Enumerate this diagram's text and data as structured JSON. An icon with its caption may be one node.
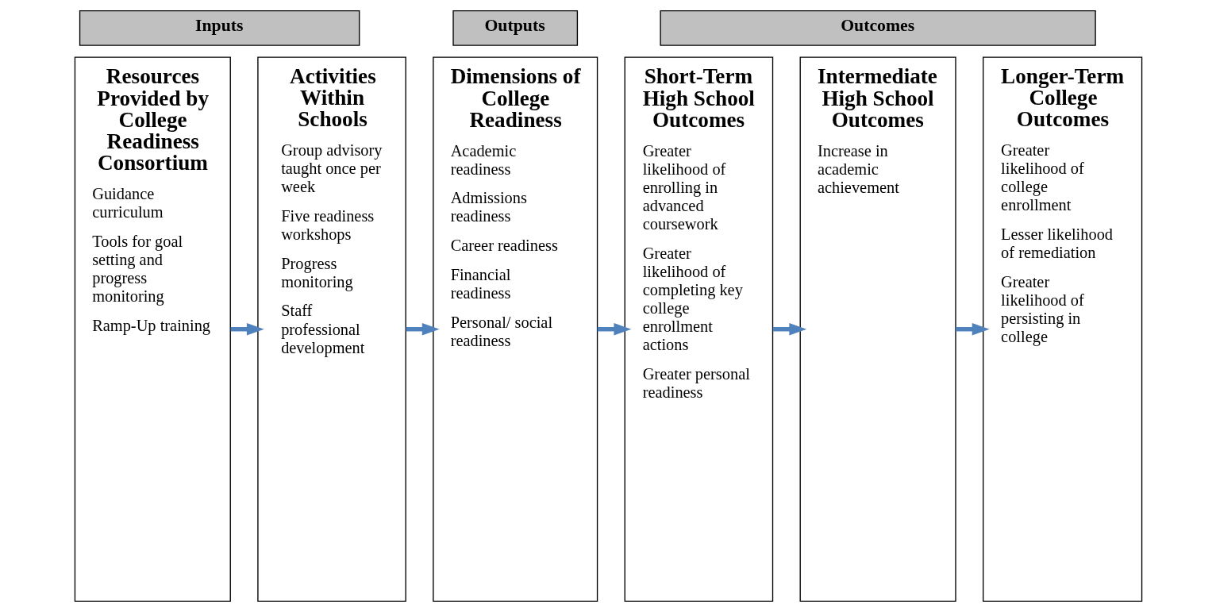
{
  "diagram": {
    "nodes": [
      {
        "text": [
          "Inputs"
        ]
      },
      {
        "text": [
          "Outputs"
        ]
      },
      {
        "text": [
          "Outcomes"
        ]
      },
      {
        "text": [
          "Resources Provided by College Readiness Consortium",
          "Guidance curriculum",
          "Tools for goal setting and progress monitoring",
          "Ramp-Up training"
        ]
      },
      {
        "text": [
          "Activities Within Schools",
          "Group advisory taught once per week",
          "Five readiness workshops",
          "Progress monitoring",
          "Staff professional development"
        ]
      },
      {
        "text": [
          "Dimensions of College Readiness",
          "Academic readiness",
          "Admissions readiness",
          "Career readiness",
          "Financial readiness",
          "Personal/ social readiness"
        ]
      },
      {
        "text": [
          "Short-Term High School Outcomes",
          "Greater likelihood of enrolling in advanced coursework",
          "Greater likelihood of completing key college enrollment actions",
          "Greater personal readiness"
        ]
      },
      {
        "text": [
          "Intermediate High School Outcomes",
          "Increase in academic achievement"
        ]
      },
      {
        "text": [
          "Longer-Term College Outcomes",
          "Greater likelihood of college enrollment",
          "Lesser likelihood of remediation",
          "Greater likelihood of persisting in college"
        ]
      }
    ],
    "edges": [
      {
        "from": 3,
        "to": 4,
        "arrow": "to"
      },
      {
        "from": 4,
        "to": 5,
        "arrow": "to"
      },
      {
        "from": 5,
        "to": 6,
        "arrow": "to"
      },
      {
        "from": 6,
        "to": 7,
        "arrow": "to"
      },
      {
        "from": 7,
        "to": 8,
        "arrow": "to"
      }
    ]
  }
}
